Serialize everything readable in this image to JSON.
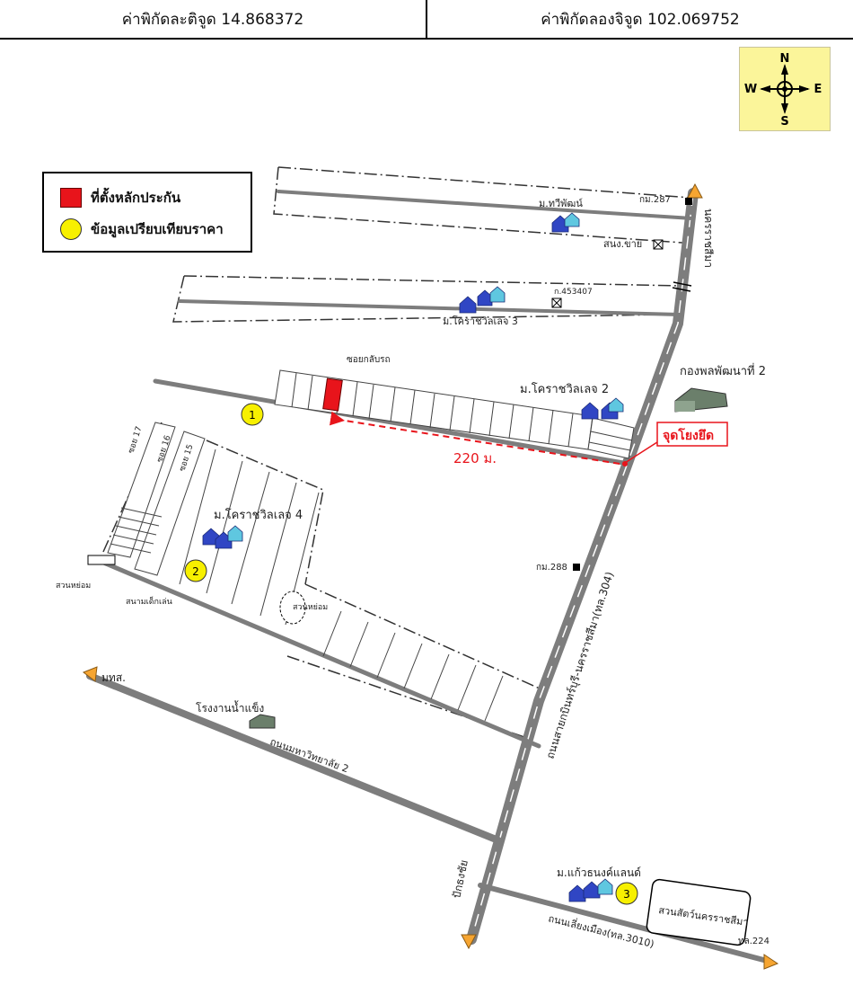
{
  "header": {
    "latitude": "ค่าพิกัดละติจูด 14.868372",
    "longitude": "ค่าพิกัดลองจิจูด 102.069752"
  },
  "compass": {
    "n": "N",
    "s": "S",
    "e": "E",
    "w": "W"
  },
  "legend": {
    "collateral": "ที่ตั้งหลักประกัน",
    "comparable": "ข้อมูลเปรียบเทียบราคา"
  },
  "labels": {
    "km287": "กม.287",
    "village_thawiphat": "ม.ทวีพัฒน์",
    "school": "สนง.ขาย",
    "nakhon_north": "นครราชสีมา",
    "village_korat3": "ม.โคราชวิลเลจ 3",
    "code_453": "ก.453407",
    "soi_label": "ซอยกลับรถ",
    "village_korat2": "ม.โคราชวิลเลจ 2",
    "army": "กองพลพัฒนาที่ 2",
    "anchor": "จุดโยงยึด",
    "distance": "220 ม.",
    "soi17": "ซอย 17",
    "soi16": "ซอย 16",
    "soi15": "ซอย 15",
    "village_korat4": "ม.โคราชวิลเลจ 4",
    "km288": "กม.288",
    "park": "สวนหย่อม",
    "park2": "สวนหย่อม",
    "field": "สนามเด็กเล่น",
    "road_304": "ถนนสายกบินทร์บุรี-นครราชสีมา(ทล.304)",
    "mtl": "มทส.",
    "ice_factory": "โรงงานน้ำแข็ง",
    "road_uni2": "ถนนมหาวิทยาลัย 2",
    "village_kaew": "ม.แก้วธนงค์แลนด์",
    "zoo": "สวนสัตว์นครราชสีมา",
    "road_3010": "ถนนเลี่ยงเมือง(ทล.3010)",
    "tl224": "ทล.224",
    "pakthongchai": "ปักธงชัย",
    "marker1": "1",
    "marker2": "2",
    "marker3": "3"
  },
  "colors": {
    "road": "#7d7d7d",
    "collateral": "#e8141b",
    "comparable": "#f7f000",
    "anchor": "#e8141b",
    "compass_bg": "#fbf59a",
    "arrow": "#f6a531"
  }
}
